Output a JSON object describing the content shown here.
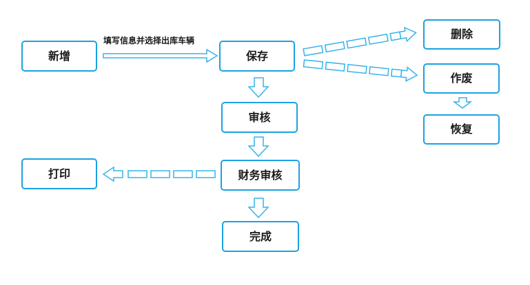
{
  "nodes": {
    "add": "新增",
    "save": "保存",
    "review": "审核",
    "finance_review": "财务审核",
    "print": "打印",
    "complete": "完成",
    "delete": "删除",
    "void": "作废",
    "restore": "恢复"
  },
  "edges": {
    "add_to_save_label": "填写信息并选择出库车辆"
  },
  "colors": {
    "border": "#1ba1e2",
    "arrow": "#35b3ea",
    "text": "#1a1a1a"
  }
}
